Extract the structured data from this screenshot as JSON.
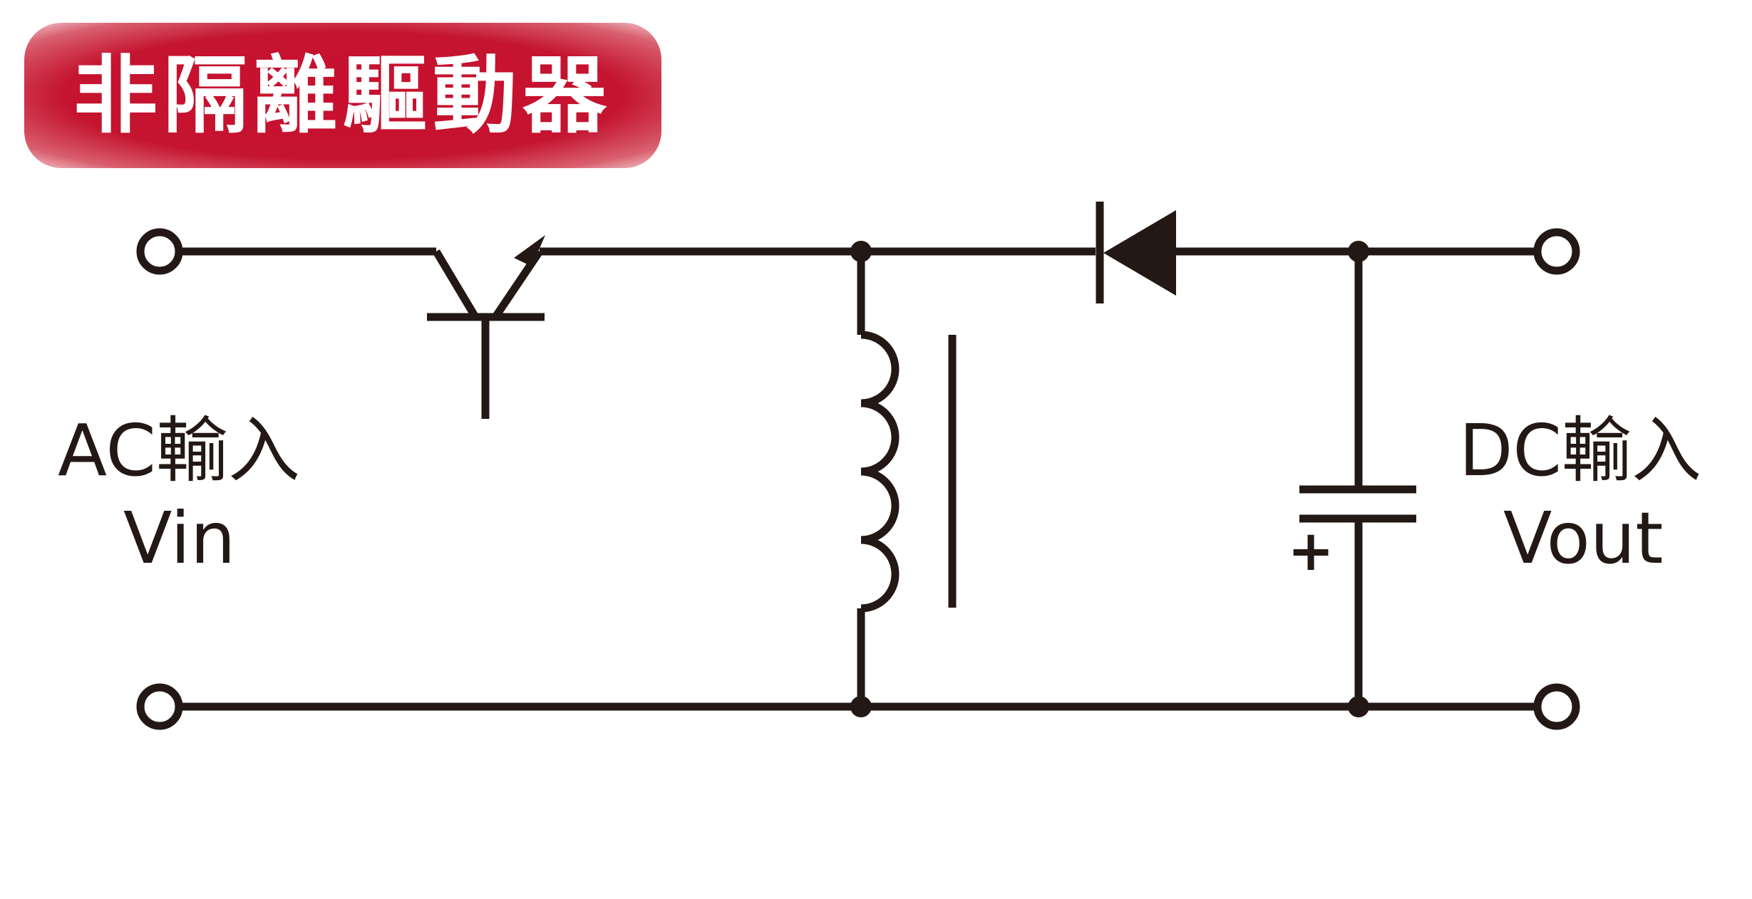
{
  "title": "非隔離驅動器",
  "input_label": {
    "line1": "AC輸入",
    "line2": "Vin"
  },
  "output_label": {
    "line1": "DC輸入",
    "line2": "Vout"
  },
  "capacitor_polarity": "+",
  "colors": {
    "title_background": "#c8102e",
    "title_text": "#ffffff",
    "wire": "#231815"
  }
}
